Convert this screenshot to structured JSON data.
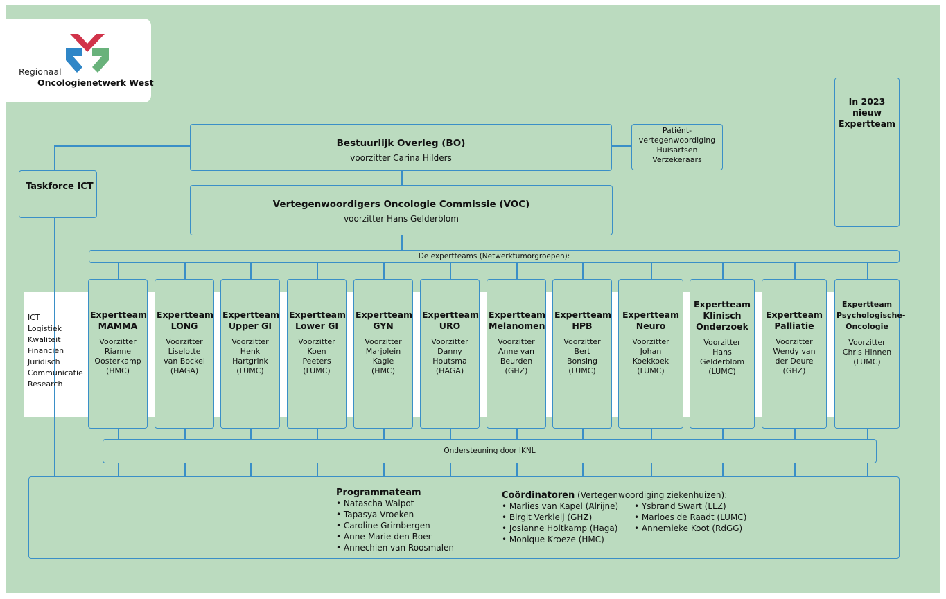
{
  "logo": {
    "line1": "Regionaal",
    "line2": "Oncologienetwerk West",
    "colors": {
      "red": "#d1334a",
      "blue": "#2f86c7",
      "green": "#69b27b"
    }
  },
  "bo": {
    "title": "Bestuurlijk Overleg (BO)",
    "subtitle": "voorzitter Carina Hilders"
  },
  "patient_box": [
    "Patiënt-",
    "vertegenwoordiging",
    "Huisartsen",
    "Verzekeraars"
  ],
  "new_team": [
    "In 2023",
    "nieuw",
    "Expertteam"
  ],
  "taskforce": "Taskforce ICT",
  "voc": {
    "title": "Vertegenwoordigers Oncologie Commissie (VOC)",
    "subtitle": "voorzitter Hans Gelderblom"
  },
  "expert_header": "De expertteams (Netwerktumorgroepen):",
  "ict_list": [
    "ICT",
    "Logistiek",
    "Kwaliteit",
    "Financiën",
    "Juridisch",
    "Communicatie",
    "Research"
  ],
  "teams": [
    {
      "name": [
        "Expertteam",
        "MAMMA"
      ],
      "chair": [
        "Voorzitter",
        "Rianne",
        "Oosterkamp",
        "(HMC)"
      ]
    },
    {
      "name": [
        "Expertteam",
        "LONG"
      ],
      "chair": [
        "Voorzitter",
        "Liselotte",
        "van Bockel",
        "(HAGA)"
      ]
    },
    {
      "name": [
        "Expertteam",
        "Upper GI"
      ],
      "chair": [
        "Voorzitter",
        "Henk",
        "Hartgrink",
        "(LUMC)"
      ]
    },
    {
      "name": [
        "Expertteam",
        "Lower GI"
      ],
      "chair": [
        "Voorzitter",
        "Koen",
        "Peeters",
        "(LUMC)"
      ]
    },
    {
      "name": [
        "Expertteam",
        "GYN"
      ],
      "chair": [
        "Voorzitter",
        "Marjolein",
        "Kagie",
        "(HMC)"
      ]
    },
    {
      "name": [
        "Expertteam",
        "URO"
      ],
      "chair": [
        "Voorzitter",
        "Danny",
        "Houtsma",
        "(HAGA)"
      ]
    },
    {
      "name": [
        "Expertteam",
        "Melanomen"
      ],
      "chair": [
        "Voorzitter",
        "Anne van",
        "Beurden",
        "(GHZ)"
      ]
    },
    {
      "name": [
        "Expertteam",
        "HPB"
      ],
      "chair": [
        "Voorzitter",
        "Bert",
        "Bonsing",
        "(LUMC)"
      ]
    },
    {
      "name": [
        "Expertteam",
        "Neuro"
      ],
      "chair": [
        "Voorzitter",
        "Johan",
        "Koekkoek",
        "(LUMC)"
      ]
    },
    {
      "name": [
        "Expertteam",
        "Klinisch",
        "Onderzoek"
      ],
      "chair": [
        "Voorzitter",
        "Hans",
        "Gelderblom",
        "(LUMC)"
      ]
    },
    {
      "name": [
        "Expertteam",
        "Palliatie"
      ],
      "chair": [
        "Voorzitter",
        "Wendy van",
        "der Deure",
        "(GHZ)"
      ]
    },
    {
      "name": [
        "Expertteam",
        "Psychologische-",
        "Oncologie"
      ],
      "chair": [
        "Voorzitter",
        "Chris Hinnen",
        "(LUMC)"
      ]
    }
  ],
  "support": "Ondersteuning door IKNL",
  "program": {
    "title": "Programmateam",
    "members": [
      "Natascha Walpot",
      "Tapasya Vroeken",
      "Caroline Grimbergen",
      "Anne-Marie den Boer",
      "Annechien van Roosmalen"
    ]
  },
  "coordinators": {
    "title": "Coördinatoren",
    "subtitle": " (Vertegenwoordiging ziekenhuizen):",
    "col1": [
      "Marlies van Kapel (Alrijne)",
      "Birgit Verkleij (GHZ)",
      "Josianne Holtkamp (Haga)",
      "Monique Kroeze (HMC)"
    ],
    "col2": [
      "Ysbrand Swart (LLZ)",
      "Marloes de Raadt (LUMC)",
      "Annemieke Koot (RdGG)"
    ]
  }
}
